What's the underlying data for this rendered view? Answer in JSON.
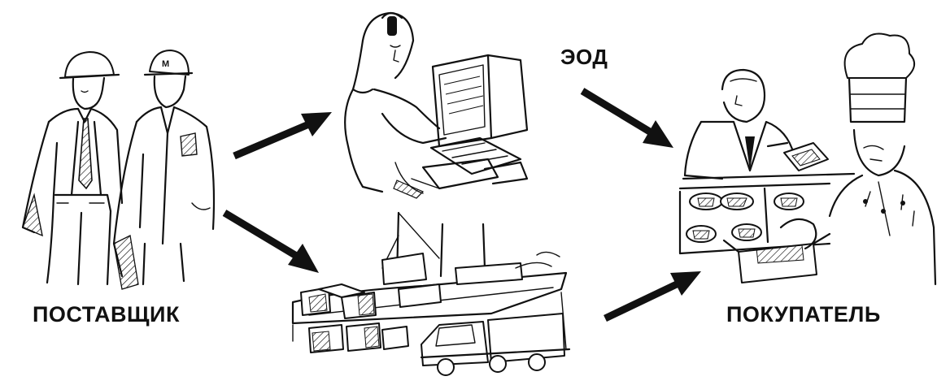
{
  "labels": {
    "supplier": "ПОСТАВЩИК",
    "edi": "ЭОД",
    "buyer": "ПОКУПАТЕЛЬ"
  },
  "colors": {
    "ink": "#111111",
    "background": "#ffffff"
  }
}
